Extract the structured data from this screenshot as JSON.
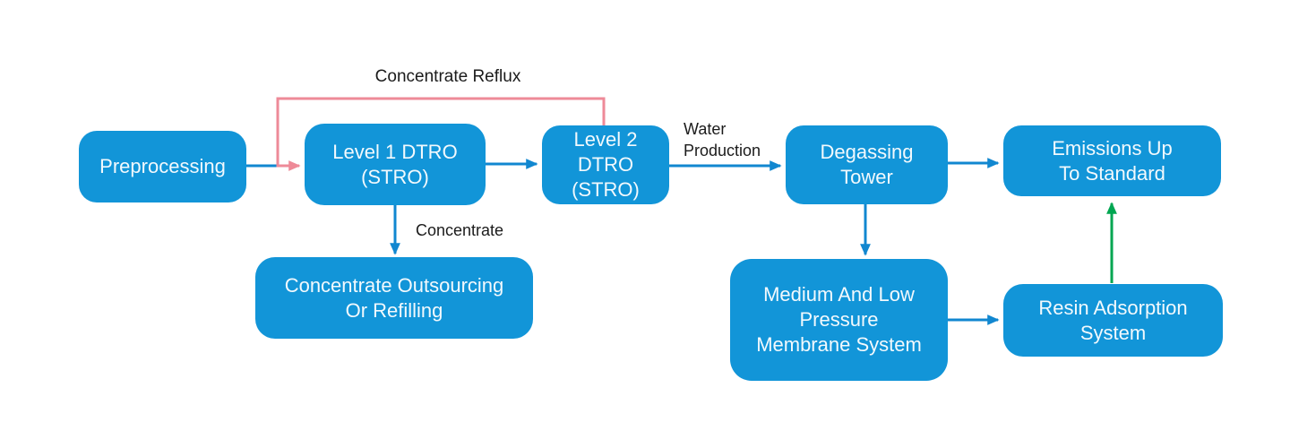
{
  "diagram": {
    "type": "flowchart",
    "background": "#ffffff",
    "colors": {
      "node_fill": "#1295d8",
      "node_text": "#f2f9fd",
      "arrow_blue": "#1187d0",
      "arrow_pink": "#ee8a98",
      "arrow_green": "#00a651",
      "label_text": "#1b1b1b",
      "background": "#ffffff"
    },
    "nodes": {
      "preprocessing": {
        "label": "Preprocessing"
      },
      "level1_dtro": {
        "label": "Level 1 DTRO\n(STRO)"
      },
      "level2_dtro": {
        "label": "Level 2\nDTRO\n(STRO)"
      },
      "degassing_tower": {
        "label": "Degassing\nTower"
      },
      "emissions": {
        "label": "Emissions Up\nTo Standard"
      },
      "concentrate_outsourcing": {
        "label": "Concentrate Outsourcing\nOr Refilling"
      },
      "membrane_system": {
        "label": "Medium And Low\nPressure\nMembrane System"
      },
      "resin_adsorption": {
        "label": "Resin Adsorption\nSystem"
      }
    },
    "edge_labels": {
      "concentrate_reflux": "Concentrate Reflux",
      "water_production": "Water\nProduction",
      "concentrate": "Concentrate"
    },
    "edges": [
      {
        "from": "preprocessing",
        "to": "level1_dtro",
        "color": "blue"
      },
      {
        "from": "level1_dtro",
        "to": "level2_dtro",
        "color": "blue"
      },
      {
        "from": "level2_dtro",
        "to": "level1_dtro",
        "color": "pink",
        "label": "Concentrate Reflux"
      },
      {
        "from": "level2_dtro",
        "to": "degassing_tower",
        "color": "blue",
        "label": "Water Production"
      },
      {
        "from": "level1_dtro",
        "to": "concentrate_outsourcing",
        "color": "blue",
        "label": "Concentrate"
      },
      {
        "from": "degassing_tower",
        "to": "emissions",
        "color": "blue"
      },
      {
        "from": "degassing_tower",
        "to": "membrane_system",
        "color": "blue"
      },
      {
        "from": "membrane_system",
        "to": "resin_adsorption",
        "color": "blue"
      },
      {
        "from": "resin_adsorption",
        "to": "emissions",
        "color": "green"
      }
    ]
  }
}
